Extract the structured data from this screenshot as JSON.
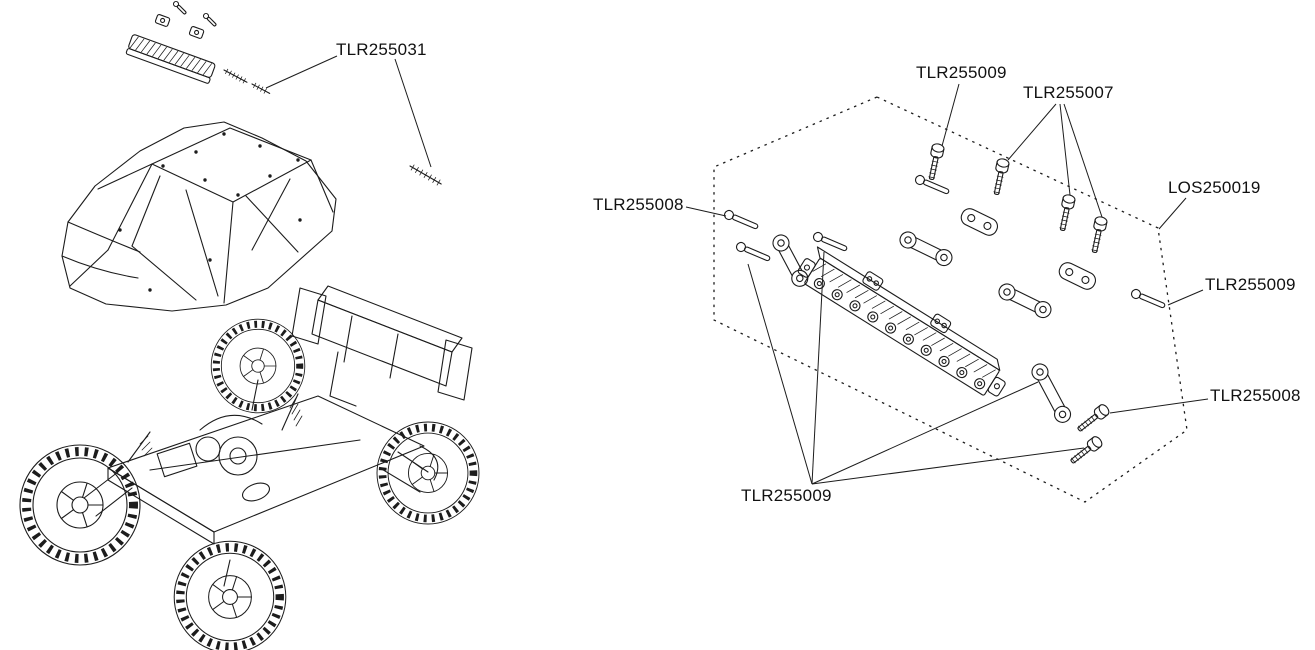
{
  "figure": {
    "type": "exploded-parts-diagram",
    "background": "#ffffff",
    "line_color": "#1c1c1c",
    "labels": {
      "tlr255031": "TLR255031",
      "tlr255009_top": "TLR255009",
      "tlr255007": "TLR255007",
      "tlr255008_left": "TLR255008",
      "los250019": "LOS250019",
      "tlr255009_right": "TLR255009",
      "tlr255008_right": "TLR255008",
      "tlr255009_bottom": "TLR255009"
    }
  }
}
